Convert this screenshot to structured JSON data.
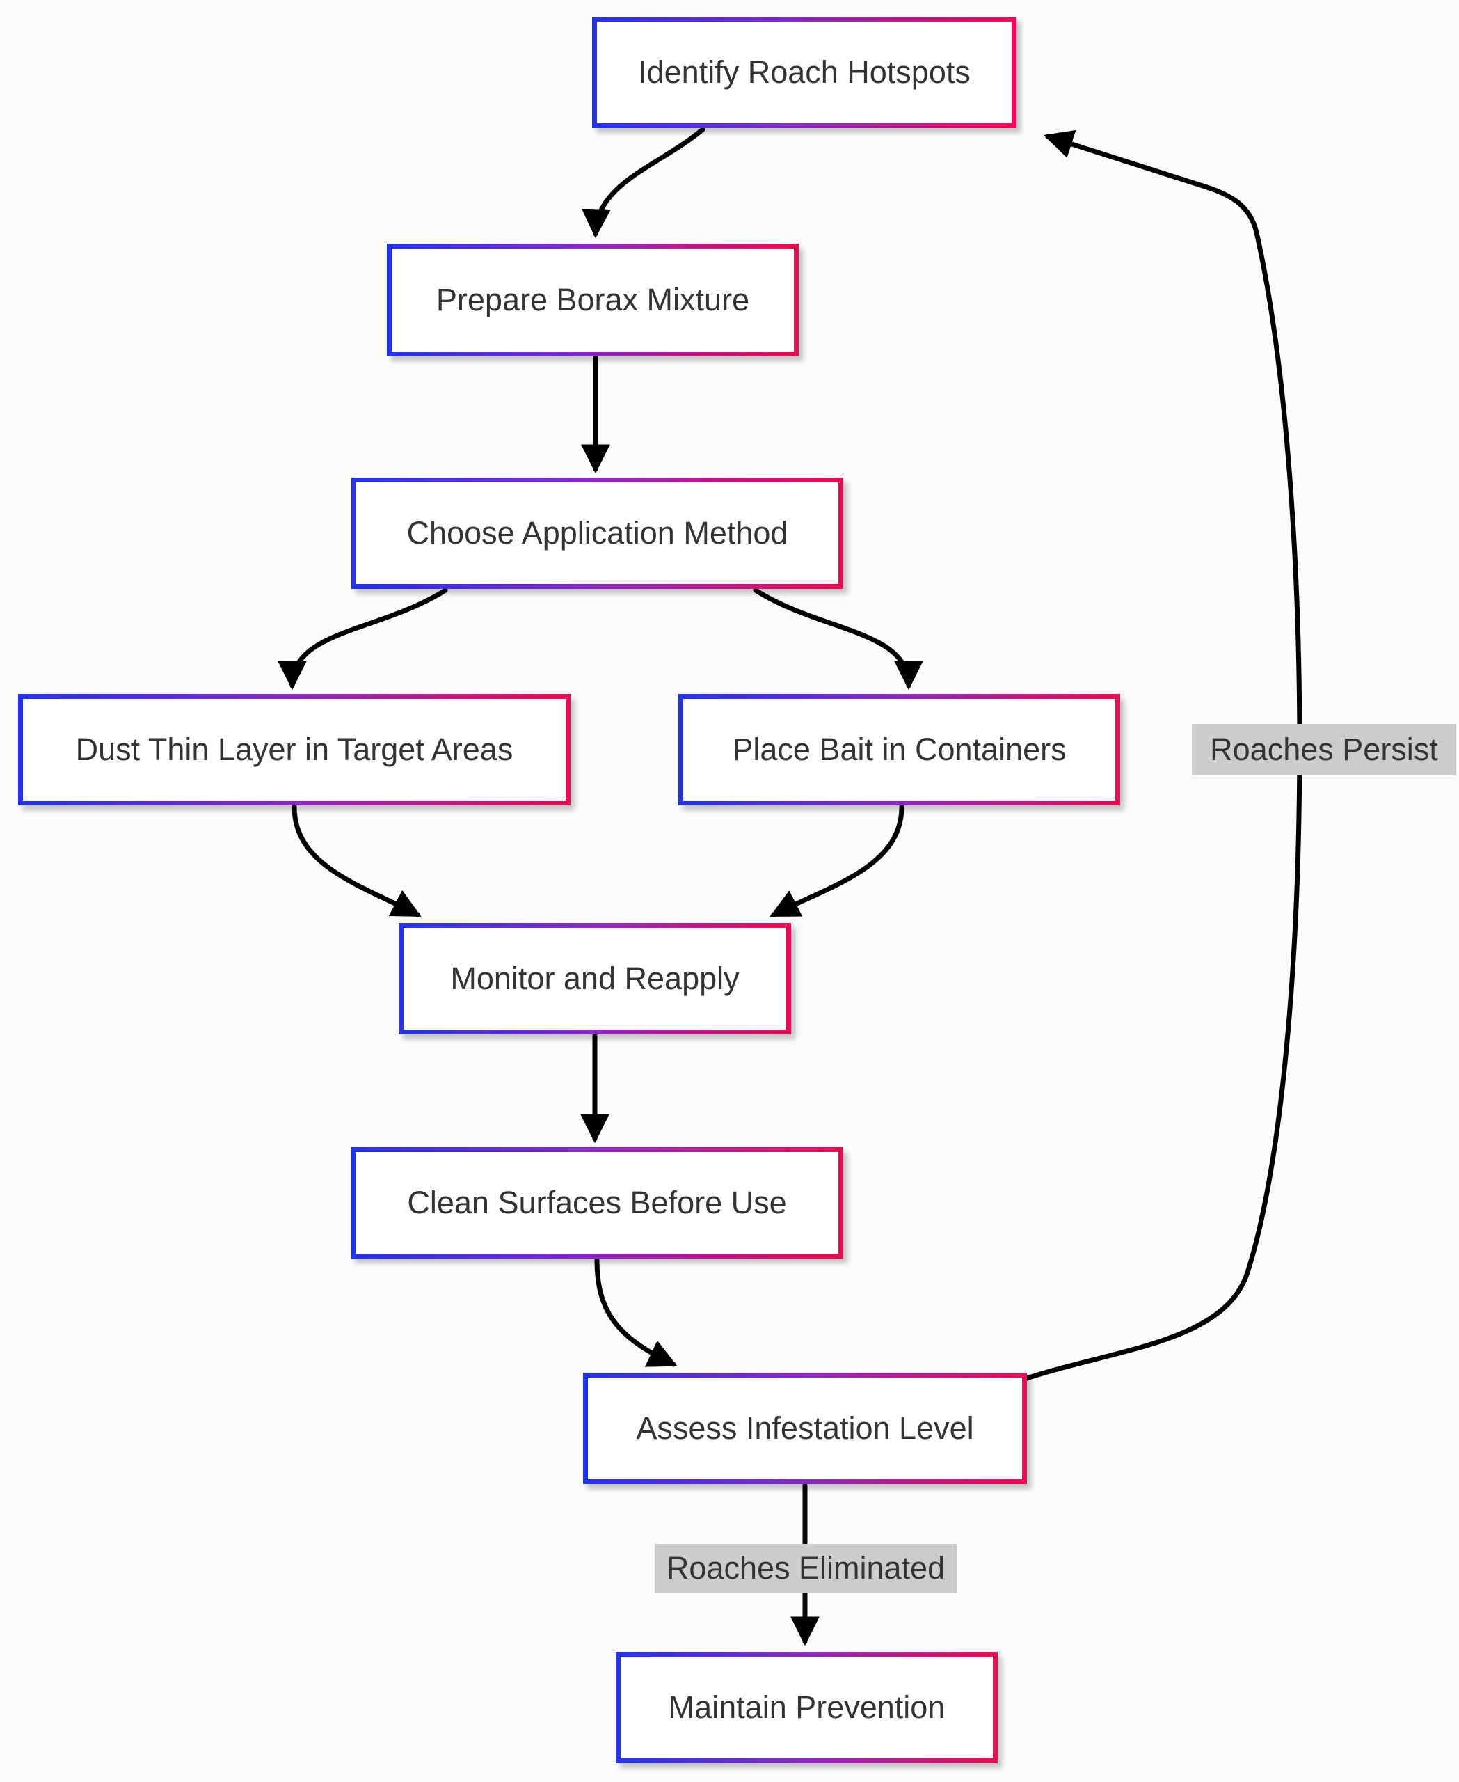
{
  "diagram": {
    "type": "flowchart",
    "background": "#fbfbfb",
    "colors": {
      "node_border_gradient_start": "#2133ee",
      "node_border_gradient_mid": "#8d28c4",
      "node_border_gradient_end": "#ee0a4f",
      "node_fill": "#ffffff",
      "node_text": "#333333",
      "edge_stroke": "#000000",
      "edge_label_bg": "#cccccc",
      "edge_label_text": "#333333"
    },
    "nodes": [
      {
        "id": "identify",
        "label": "Identify Roach Hotspots"
      },
      {
        "id": "prepare",
        "label": "Prepare Borax Mixture"
      },
      {
        "id": "choose",
        "label": "Choose Application Method"
      },
      {
        "id": "dust",
        "label": "Dust Thin Layer in Target Areas"
      },
      {
        "id": "bait",
        "label": "Place Bait in Containers"
      },
      {
        "id": "monitor",
        "label": "Monitor and Reapply"
      },
      {
        "id": "clean",
        "label": "Clean Surfaces Before Use"
      },
      {
        "id": "assess",
        "label": "Assess Infestation Level"
      },
      {
        "id": "maintain",
        "label": "Maintain Prevention"
      }
    ],
    "edges": [
      {
        "from": "identify",
        "to": "prepare",
        "label": ""
      },
      {
        "from": "prepare",
        "to": "choose",
        "label": ""
      },
      {
        "from": "choose",
        "to": "dust",
        "label": ""
      },
      {
        "from": "choose",
        "to": "bait",
        "label": ""
      },
      {
        "from": "dust",
        "to": "monitor",
        "label": ""
      },
      {
        "from": "bait",
        "to": "monitor",
        "label": ""
      },
      {
        "from": "monitor",
        "to": "clean",
        "label": ""
      },
      {
        "from": "clean",
        "to": "assess",
        "label": ""
      },
      {
        "from": "assess",
        "to": "maintain",
        "label": "Roaches Eliminated"
      },
      {
        "from": "assess",
        "to": "identify",
        "label": "Roaches Persist"
      }
    ],
    "edge_labels": {
      "persist": "Roaches Persist",
      "eliminated": "Roaches Eliminated"
    }
  }
}
